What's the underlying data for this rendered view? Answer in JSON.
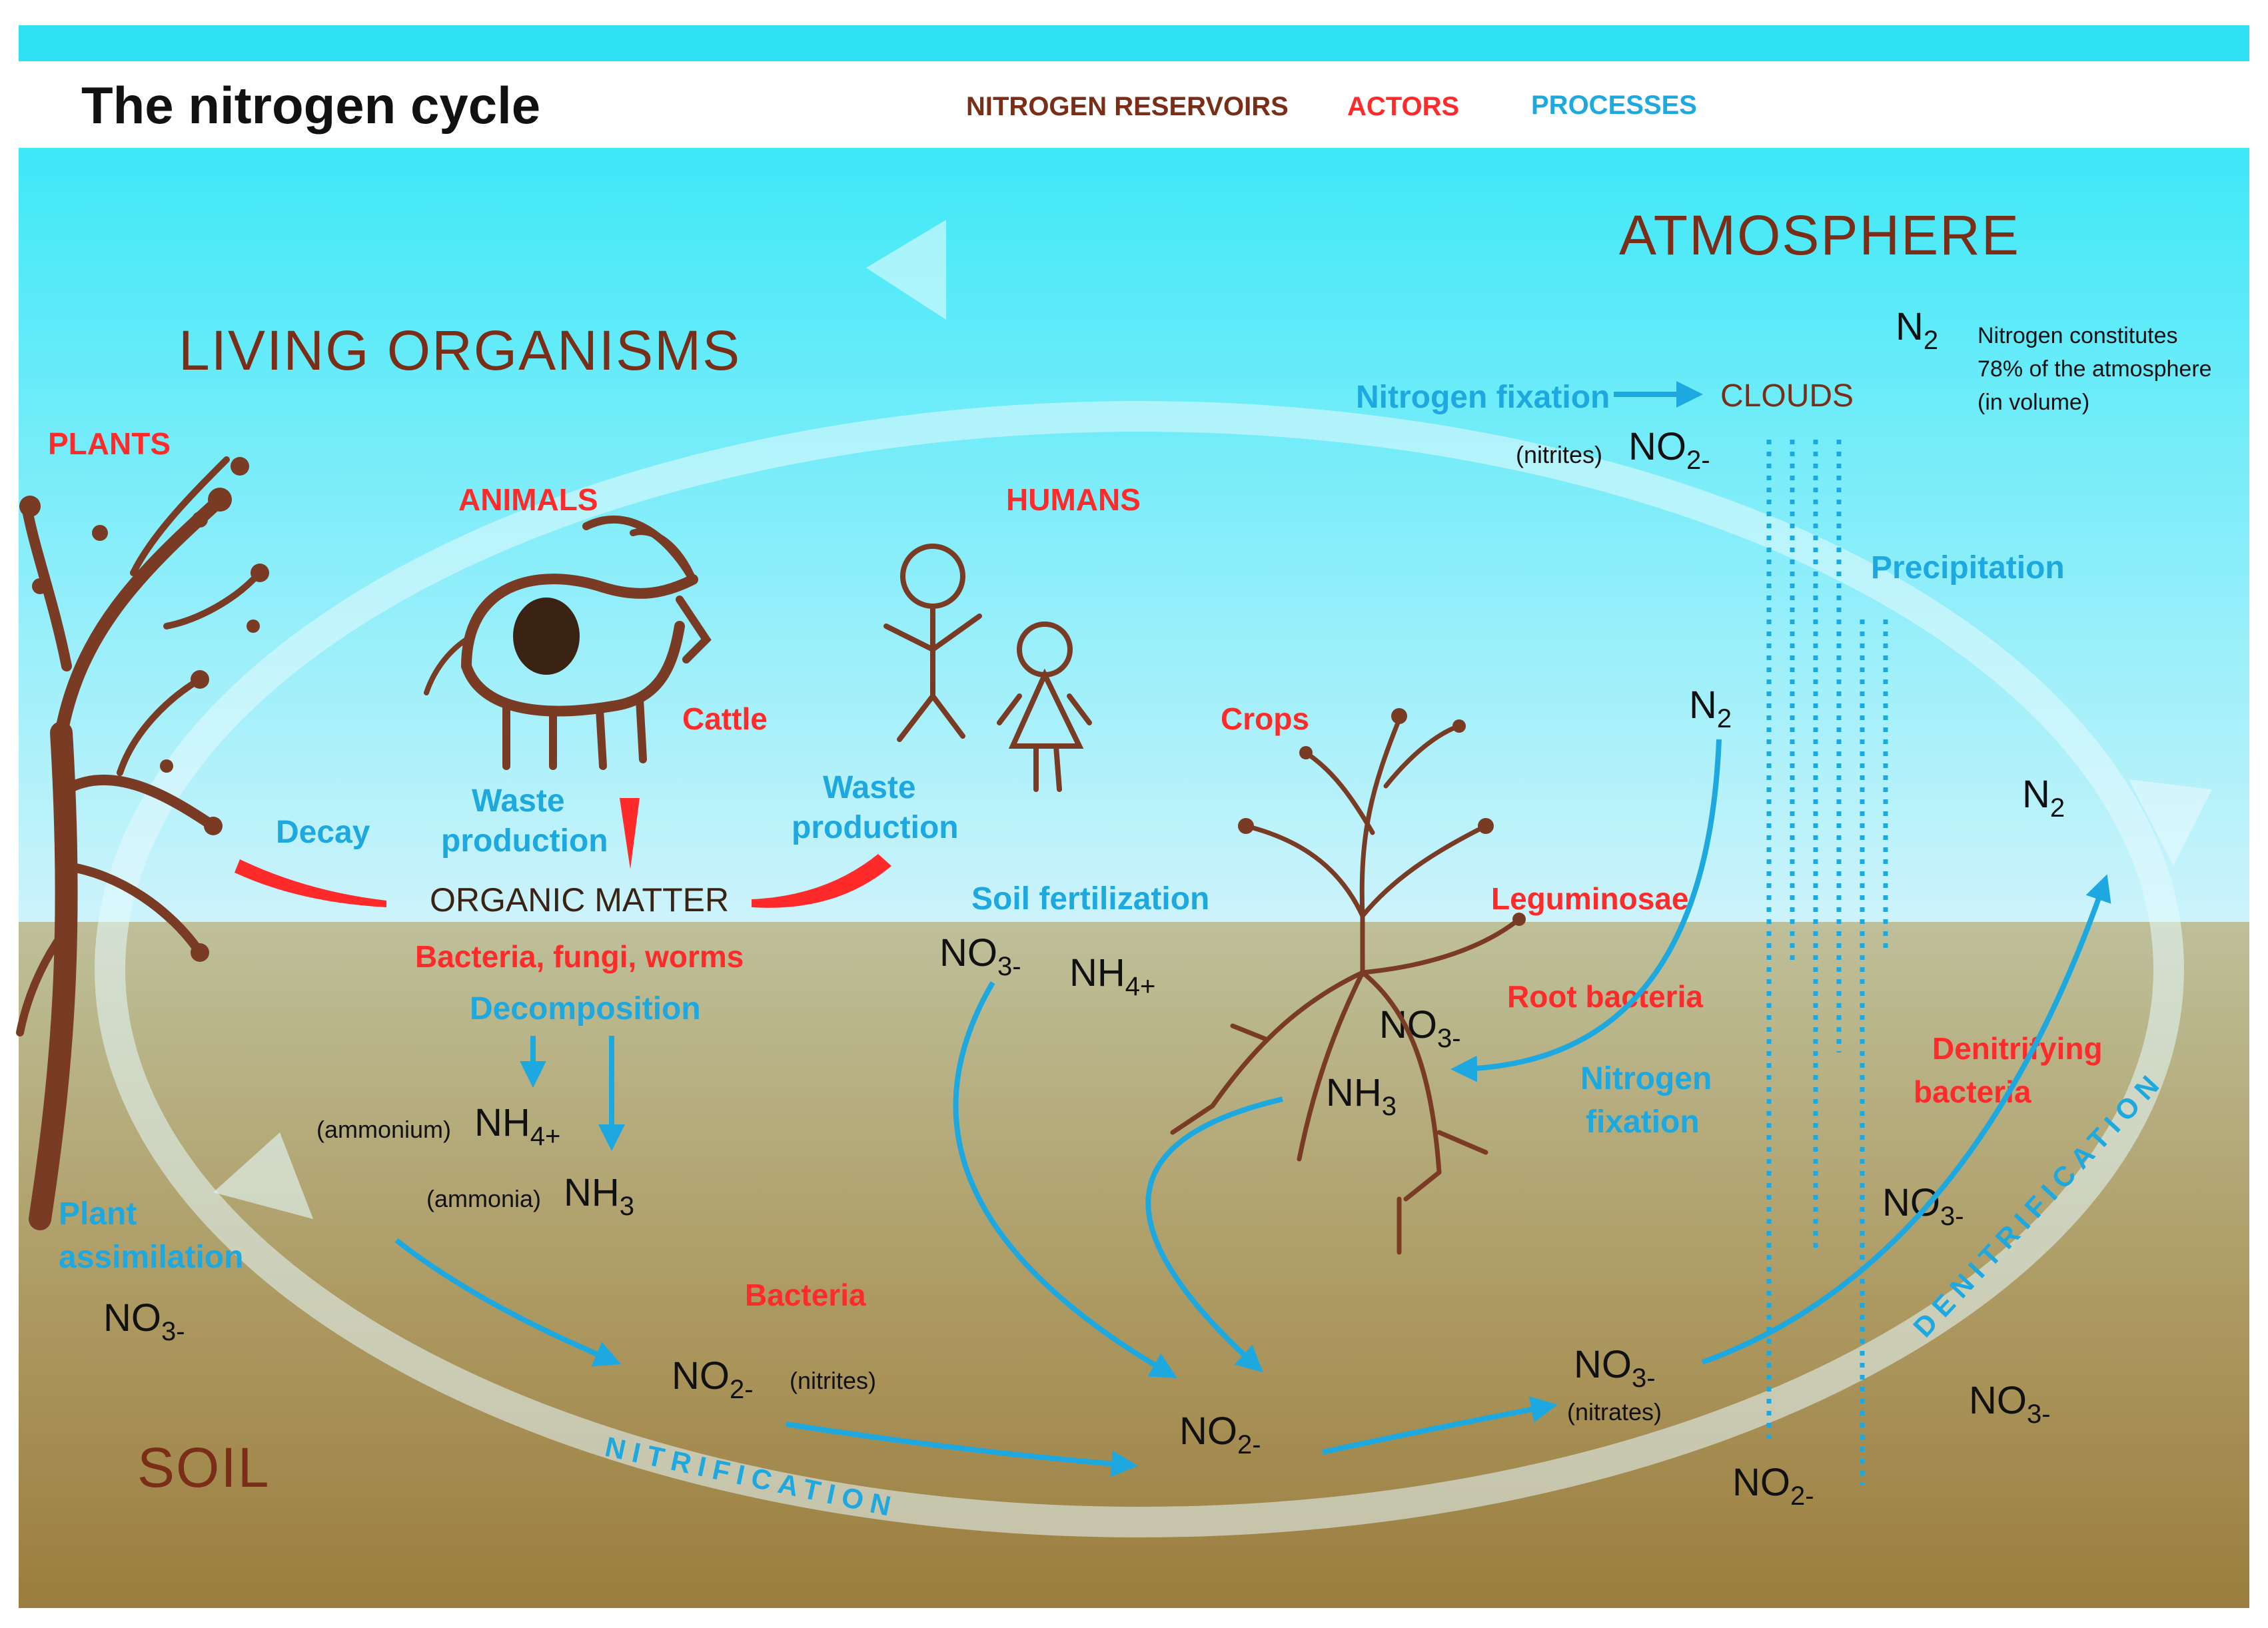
{
  "header": {
    "title": "The nitrogen cycle",
    "legend": {
      "reservoirs": "NITROGEN RESERVOIRS",
      "actors": "ACTORS",
      "processes": "PROCESSES"
    }
  },
  "reservoirs": {
    "atmosphere": "ATMOSPHERE",
    "living": "LIVING ORGANISMS",
    "soil": "SOIL",
    "clouds": "CLOUDS",
    "organic_matter": "ORGANIC MATTER"
  },
  "actors": {
    "plants": "PLANTS",
    "animals": "ANIMALS",
    "humans": "HUMANS",
    "cattle": "Cattle",
    "crops": "Crops",
    "leguminosae": "Leguminosae",
    "root_bacteria": "Root bacteria",
    "decomposers": "Bacteria, fungi, worms",
    "bacteria": "Bacteria",
    "denitrifying_1": "Denitrifying",
    "denitrifying_2": "bacteria"
  },
  "processes": {
    "nitrogen_fixation_atm": "Nitrogen fixation",
    "precipitation": "Precipitation",
    "decay": "Decay",
    "waste_a1": "Waste",
    "waste_a2": "production",
    "waste_h1": "Waste",
    "waste_h2": "production",
    "soil_fertilization": "Soil fertilization",
    "decomposition": "Decomposition",
    "plant_assim_1": "Plant",
    "plant_assim_2": "assimilation",
    "nitrogen_fixation_soil_1": "Nitrogen",
    "nitrogen_fixation_soil_2": "fixation",
    "nitrification": "NITRIFICATION",
    "denitrification": "DENITRIFICATION"
  },
  "notes": {
    "atm_1": "Nitrogen constitutes",
    "atm_2": "78% of the atmosphere",
    "atm_3": "(in volume)",
    "nitrites": "(nitrites)",
    "nitrites2": "(nitrites)",
    "nitrates": "(nitrates)",
    "ammonium": "(ammonium)",
    "ammonia": "(ammonia)"
  },
  "chem": {
    "n": "N",
    "s2": "2",
    "no": "NO",
    "nh": "NH",
    "s2m": "2-",
    "s3m": "3-",
    "s4p": "4+",
    "s3": "3"
  },
  "colors": {
    "header_band": "#2ee0f2",
    "reservoir": "#7a2e17",
    "actor": "#ff2a2a",
    "process": "#1ea8e0",
    "soil_top": "#bec09a",
    "soil_bottom": "#9b7d3e",
    "sky_top": "#3ee8f8",
    "sky_bottom": "#cdf3fb"
  }
}
